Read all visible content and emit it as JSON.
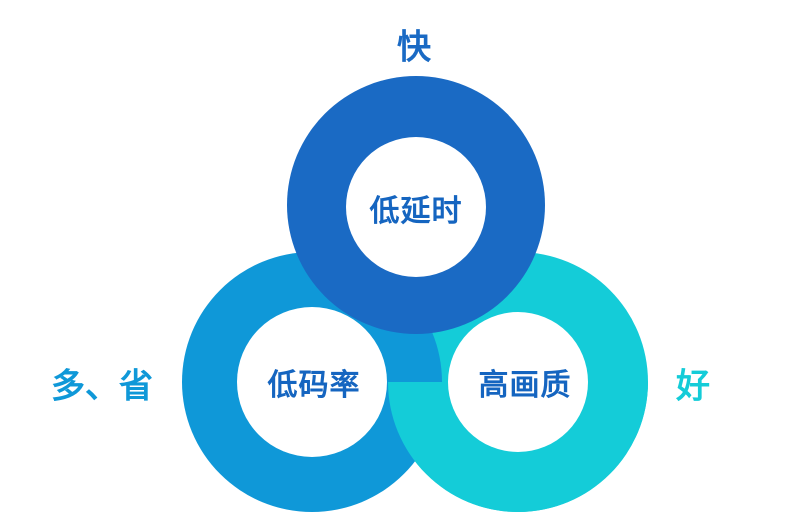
{
  "colors": {
    "top_ring": "#1a6ac4",
    "left_ring": "#0f98d8",
    "right_ring": "#14ccd8",
    "text_dark": "#1565c0"
  },
  "rings": [
    {
      "id": "top",
      "center_label": "低延时",
      "outer_label": "快"
    },
    {
      "id": "left",
      "center_label": "低码率",
      "outer_label": "多、省"
    },
    {
      "id": "right",
      "center_label": "高画质",
      "outer_label": "好"
    }
  ]
}
